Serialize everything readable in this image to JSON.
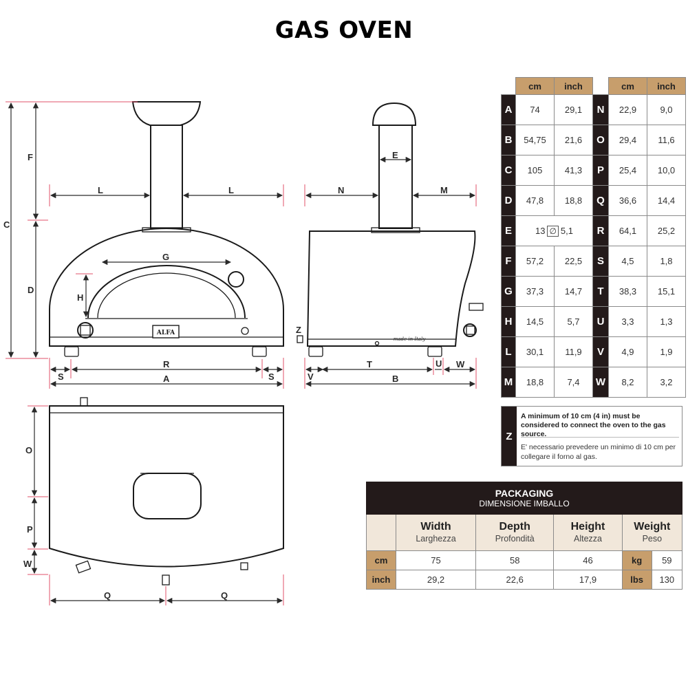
{
  "title": "GAS OVEN",
  "drawing_labels": {
    "front": {
      "F": "F",
      "C": "C",
      "D": "D",
      "L1": "L",
      "L2": "L",
      "G": "G",
      "H": "H",
      "R": "R",
      "S1": "S",
      "S2": "S",
      "A": "A",
      "logo": "ALFA"
    },
    "side": {
      "E": "E",
      "N": "N",
      "M": "M",
      "Z": "Z",
      "T": "T",
      "U": "U",
      "W": "W",
      "V": "V",
      "B": "B",
      "madein": "made in Italy"
    },
    "top": {
      "O": "O",
      "P": "P",
      "W": "W",
      "Q1": "Q",
      "Q2": "Q"
    }
  },
  "dimensions": {
    "headers": {
      "cm": "cm",
      "inch": "inch"
    },
    "rows": [
      {
        "left": {
          "letter": "A",
          "cm": "74",
          "inch": "29,1"
        },
        "right": {
          "letter": "N",
          "cm": "22,9",
          "inch": "9,0"
        }
      },
      {
        "left": {
          "letter": "B",
          "cm": "54,75",
          "inch": "21,6"
        },
        "right": {
          "letter": "O",
          "cm": "29,4",
          "inch": "11,6"
        }
      },
      {
        "left": {
          "letter": "C",
          "cm": "105",
          "inch": "41,3"
        },
        "right": {
          "letter": "P",
          "cm": "25,4",
          "inch": "10,0"
        }
      },
      {
        "left": {
          "letter": "D",
          "cm": "47,8",
          "inch": "18,8"
        },
        "right": {
          "letter": "Q",
          "cm": "36,6",
          "inch": "14,4"
        }
      },
      {
        "left": {
          "letter": "E",
          "cm": "13",
          "inch": "5,1",
          "symbol": "∅"
        },
        "right": {
          "letter": "R",
          "cm": "64,1",
          "inch": "25,2"
        }
      },
      {
        "left": {
          "letter": "F",
          "cm": "57,2",
          "inch": "22,5"
        },
        "right": {
          "letter": "S",
          "cm": "4,5",
          "inch": "1,8"
        }
      },
      {
        "left": {
          "letter": "G",
          "cm": "37,3",
          "inch": "14,7"
        },
        "right": {
          "letter": "T",
          "cm": "38,3",
          "inch": "15,1"
        }
      },
      {
        "left": {
          "letter": "H",
          "cm": "14,5",
          "inch": "5,7"
        },
        "right": {
          "letter": "U",
          "cm": "3,3",
          "inch": "1,3"
        }
      },
      {
        "left": {
          "letter": "L",
          "cm": "30,1",
          "inch": "11,9"
        },
        "right": {
          "letter": "V",
          "cm": "4,9",
          "inch": "1,9"
        }
      },
      {
        "left": {
          "letter": "M",
          "cm": "18,8",
          "inch": "7,4"
        },
        "right": {
          "letter": "W",
          "cm": "8,2",
          "inch": "3,2"
        }
      }
    ]
  },
  "z_note": {
    "letter": "Z",
    "english": "A minimum of 10 cm (4 in) must be considered to connect the oven to the gas source.",
    "italian": "E' necessario prevedere un minimo di 10 cm per collegare il forno al gas."
  },
  "packaging": {
    "title": "PACKAGING",
    "subtitle": "DIMENSIONE IMBALLO",
    "columns": [
      {
        "label": "Width",
        "sub": "Larghezza"
      },
      {
        "label": "Depth",
        "sub": "Profondità"
      },
      {
        "label": "Height",
        "sub": "Altezza"
      },
      {
        "label": "Weight",
        "sub": "Peso"
      }
    ],
    "rows": [
      {
        "unit": "cm",
        "width": "75",
        "depth": "58",
        "height": "46",
        "w_unit": "kg",
        "weight": "59"
      },
      {
        "unit": "inch",
        "width": "29,2",
        "depth": "22,6",
        "height": "17,9",
        "w_unit": "lbs",
        "weight": "130"
      }
    ]
  },
  "colors": {
    "accent_tan": "#c79e6c",
    "dark": "#231a1a",
    "header_bg": "#f1e7da",
    "guide_red": "#e0506a"
  }
}
